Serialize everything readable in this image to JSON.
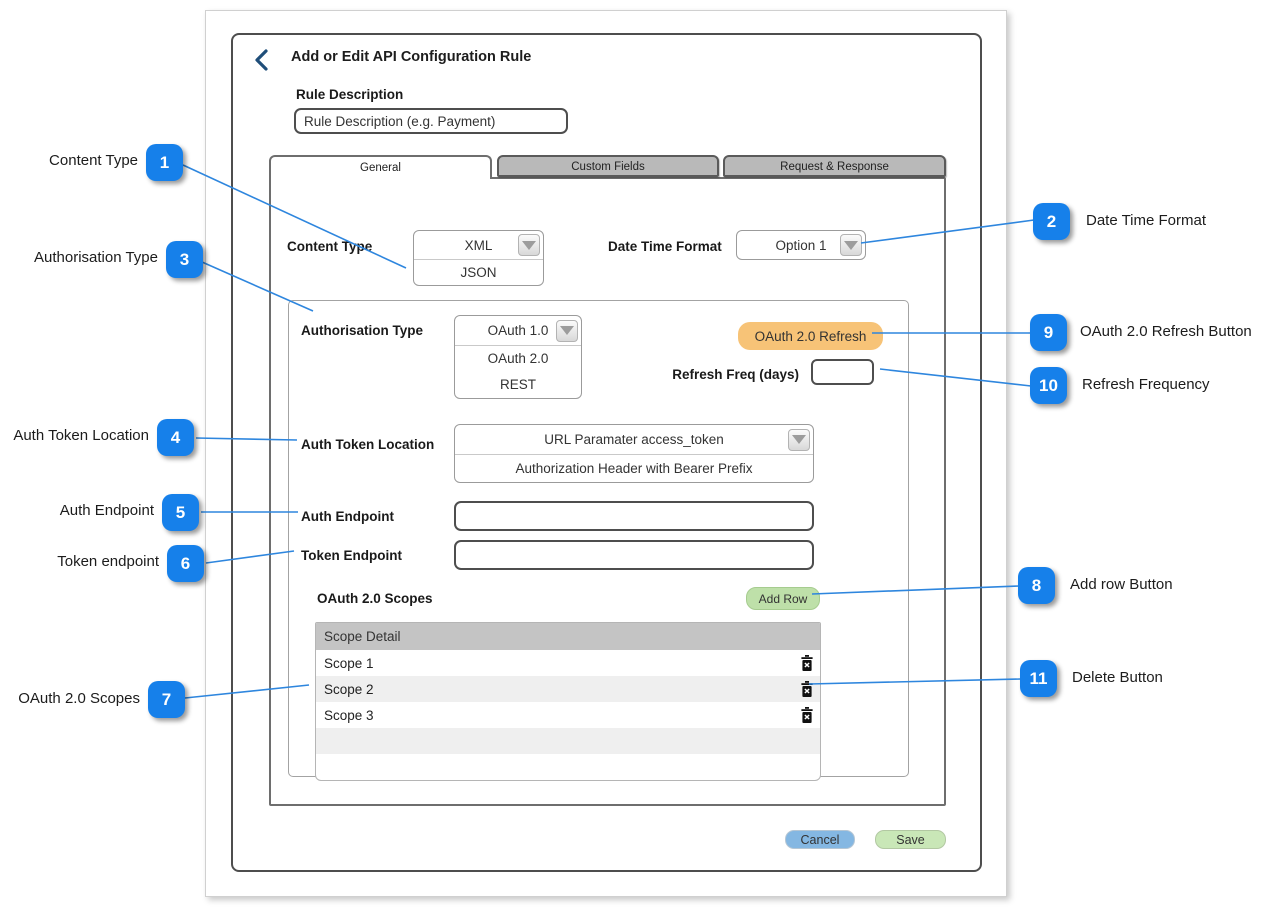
{
  "dialog": {
    "title": "Add or Edit API Configuration Rule",
    "rule_description": {
      "label": "Rule Description",
      "value": "Rule Description (e.g. Payment)"
    },
    "tabs": [
      {
        "label": "General",
        "active": true
      },
      {
        "label": "Custom Fields",
        "active": false
      },
      {
        "label": "Request & Response",
        "active": false
      }
    ],
    "general": {
      "content_type": {
        "label": "Content Type",
        "value": "XML",
        "options": [
          "JSON"
        ]
      },
      "date_time_format": {
        "label": "Date Time Format",
        "value": "Option 1"
      },
      "auth": {
        "type": {
          "label": "Authorisation Type",
          "value": "OAuth 1.0",
          "options": [
            "OAuth 2.0",
            "REST"
          ]
        },
        "refresh_button_label": "OAuth 2.0 Refresh",
        "refresh_freq": {
          "label": "Refresh Freq (days)",
          "value": ""
        },
        "token_location": {
          "label": "Auth Token Location",
          "value": "URL Paramater access_token",
          "options": [
            "Authorization Header with Bearer Prefix"
          ]
        },
        "auth_endpoint": {
          "label": "Auth Endpoint",
          "value": ""
        },
        "token_endpoint": {
          "label": "Token Endpoint",
          "value": ""
        },
        "scopes": {
          "label": "OAuth 2.0 Scopes",
          "add_button_label": "Add Row",
          "column_header": "Scope Detail",
          "rows": [
            "Scope 1",
            "Scope 2",
            "Scope 3"
          ]
        }
      }
    },
    "footer": {
      "cancel_label": "Cancel",
      "save_label": "Save"
    }
  },
  "callouts": {
    "items": [
      {
        "num": "1",
        "label": "Content Type"
      },
      {
        "num": "2",
        "label": "Date Time Format"
      },
      {
        "num": "3",
        "label": "Authorisation Type"
      },
      {
        "num": "4",
        "label": "Auth Token Location"
      },
      {
        "num": "5",
        "label": "Auth Endpoint"
      },
      {
        "num": "6",
        "label": "Token endpoint"
      },
      {
        "num": "7",
        "label": "OAuth 2.0 Scopes"
      },
      {
        "num": "8",
        "label": "Add row Button"
      },
      {
        "num": "9",
        "label": "OAuth 2.0 Refresh Button"
      },
      {
        "num": "10",
        "label": "Refresh Frequency"
      },
      {
        "num": "11",
        "label": "Delete Button"
      }
    ]
  },
  "colors": {
    "callout_line_blue": "#2e86de",
    "badge_blue": "#1680ea",
    "refresh_button_orange": "#f7c377",
    "add_row_green": "#bee0a9",
    "save_green": "#c9e7b7",
    "cancel_blue": "#84b7e2",
    "tab_inactive_gray": "#b9b9b9",
    "table_header_gray": "#c4c4c4",
    "row_stripe_gray": "#efefef",
    "back_icon_navy": "#1f4e79"
  }
}
